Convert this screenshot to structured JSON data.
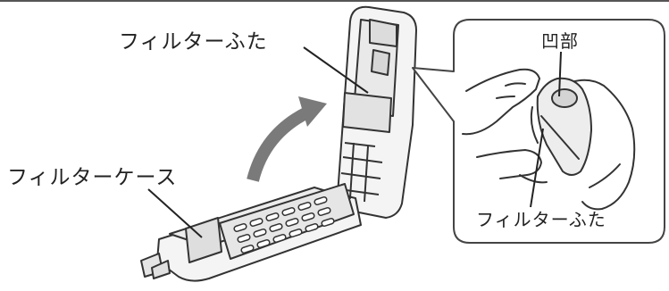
{
  "labels": {
    "filter_lid": "フィルターふた",
    "filter_case": "フィルターケース",
    "recess": "凹部",
    "filter_lid_inset": "フィルターふた"
  },
  "colors": {
    "line": "#333333",
    "arrow": "#7a7a7a",
    "part_fill": "#f4f4f4",
    "part_shade": "#d9d9d9",
    "background": "#ffffff"
  }
}
